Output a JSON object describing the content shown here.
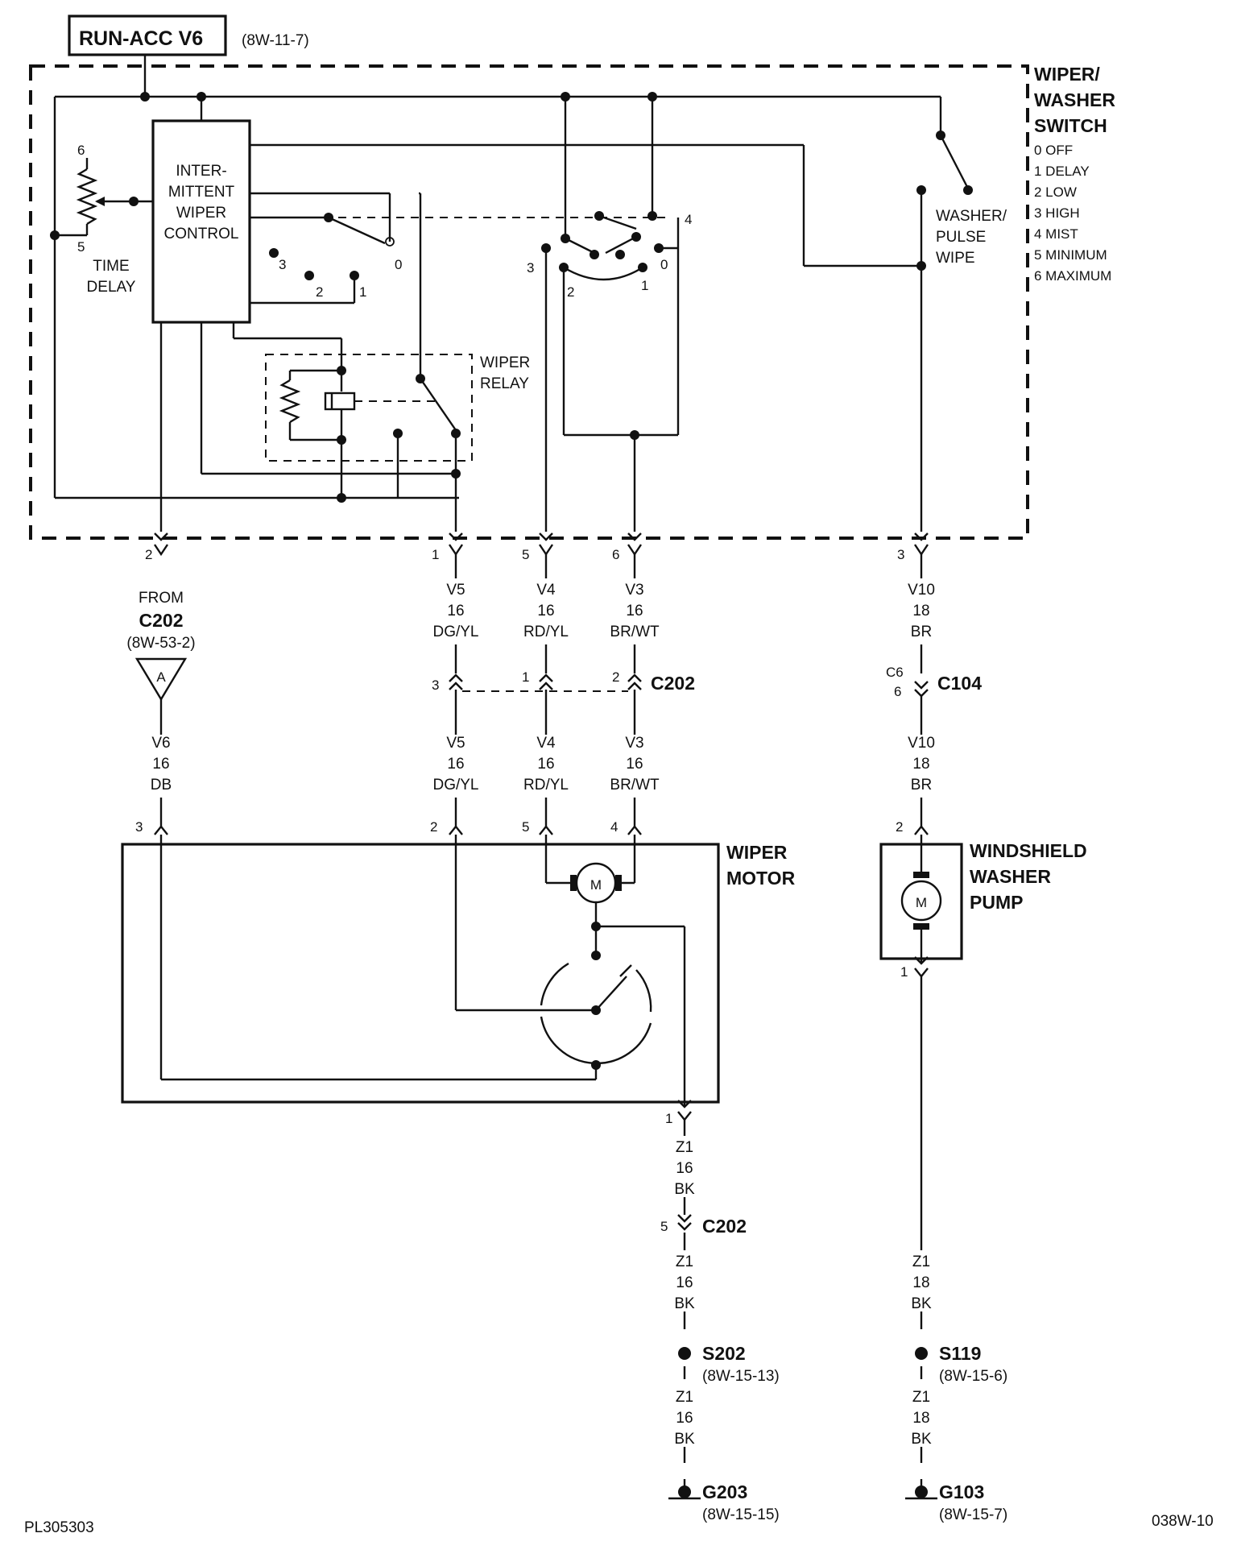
{
  "header": {
    "source": "RUN-ACC V6",
    "source_ref": "(8W-11-7)"
  },
  "switch": {
    "title": [
      "WIPER/",
      "WASHER",
      "SWITCH"
    ],
    "positions": [
      "0 OFF",
      "1 DELAY",
      "2 LOW",
      "3 HIGH",
      "4 MIST",
      "5 MINIMUM",
      "6 MAXIMUM"
    ],
    "control_label": [
      "INTER-",
      "MITTENT",
      "WIPER",
      "CONTROL"
    ],
    "time_delay": [
      "TIME",
      "DELAY"
    ],
    "relay_label": [
      "WIPER",
      "RELAY"
    ],
    "washer_label": [
      "WASHER/",
      "PULSE",
      "WIPE"
    ],
    "pot_pins": [
      "6",
      "5"
    ],
    "intermittent_pins": [
      "3",
      "2",
      "1",
      "0"
    ],
    "main_pins": [
      "4",
      "3",
      "0",
      "2",
      "1"
    ]
  },
  "cavities_top": [
    "2",
    "1",
    "5",
    "6",
    "3"
  ],
  "wires_upper": [
    {
      "circuit": "V5",
      "gauge": "16",
      "color": "DG/YL"
    },
    {
      "circuit": "V4",
      "gauge": "16",
      "color": "RD/YL"
    },
    {
      "circuit": "V3",
      "gauge": "16",
      "color": "BR/WT"
    },
    {
      "circuit": "V10",
      "gauge": "18",
      "color": "BR"
    }
  ],
  "from_ref": {
    "line1": "FROM",
    "connector": "C202",
    "ref": "(8W-53-2)",
    "tag": "A"
  },
  "c202_mid": {
    "label": "C202",
    "pins": [
      "3",
      "1",
      "2"
    ]
  },
  "c104": {
    "label": "C104",
    "pins": [
      "C6",
      "6"
    ]
  },
  "wires_lower": [
    {
      "circuit": "V6",
      "gauge": "16",
      "color": "DB"
    },
    {
      "circuit": "V5",
      "gauge": "16",
      "color": "DG/YL"
    },
    {
      "circuit": "V4",
      "gauge": "16",
      "color": "RD/YL"
    },
    {
      "circuit": "V3",
      "gauge": "16",
      "color": "BR/WT"
    },
    {
      "circuit": "V10",
      "gauge": "18",
      "color": "BR"
    }
  ],
  "motor": {
    "label": [
      "WIPER",
      "MOTOR"
    ],
    "pins": [
      "3",
      "2",
      "5",
      "4"
    ],
    "ground_pin": "1",
    "symbol": "M"
  },
  "pump": {
    "label": [
      "WINDSHIELD",
      "WASHER",
      "PUMP"
    ],
    "pin_top": "2",
    "pin_bottom": "1",
    "symbol": "M"
  },
  "ground_left": {
    "wire1": {
      "circuit": "Z1",
      "gauge": "16",
      "color": "BK"
    },
    "c202": {
      "pin": "5",
      "label": "C202"
    },
    "wire2": {
      "circuit": "Z1",
      "gauge": "16",
      "color": "BK"
    },
    "splice": {
      "label": "S202",
      "ref": "(8W-15-13)"
    },
    "wire3": {
      "circuit": "Z1",
      "gauge": "16",
      "color": "BK"
    },
    "ground": {
      "label": "G203",
      "ref": "(8W-15-15)"
    }
  },
  "ground_right": {
    "wire1": {
      "circuit": "Z1",
      "gauge": "18",
      "color": "BK"
    },
    "splice": {
      "label": "S119",
      "ref": "(8W-15-6)"
    },
    "wire2": {
      "circuit": "Z1",
      "gauge": "18",
      "color": "BK"
    },
    "ground": {
      "label": "G103",
      "ref": "(8W-15-7)"
    }
  },
  "footer": {
    "left": "PL305303",
    "right": "038W-10"
  }
}
